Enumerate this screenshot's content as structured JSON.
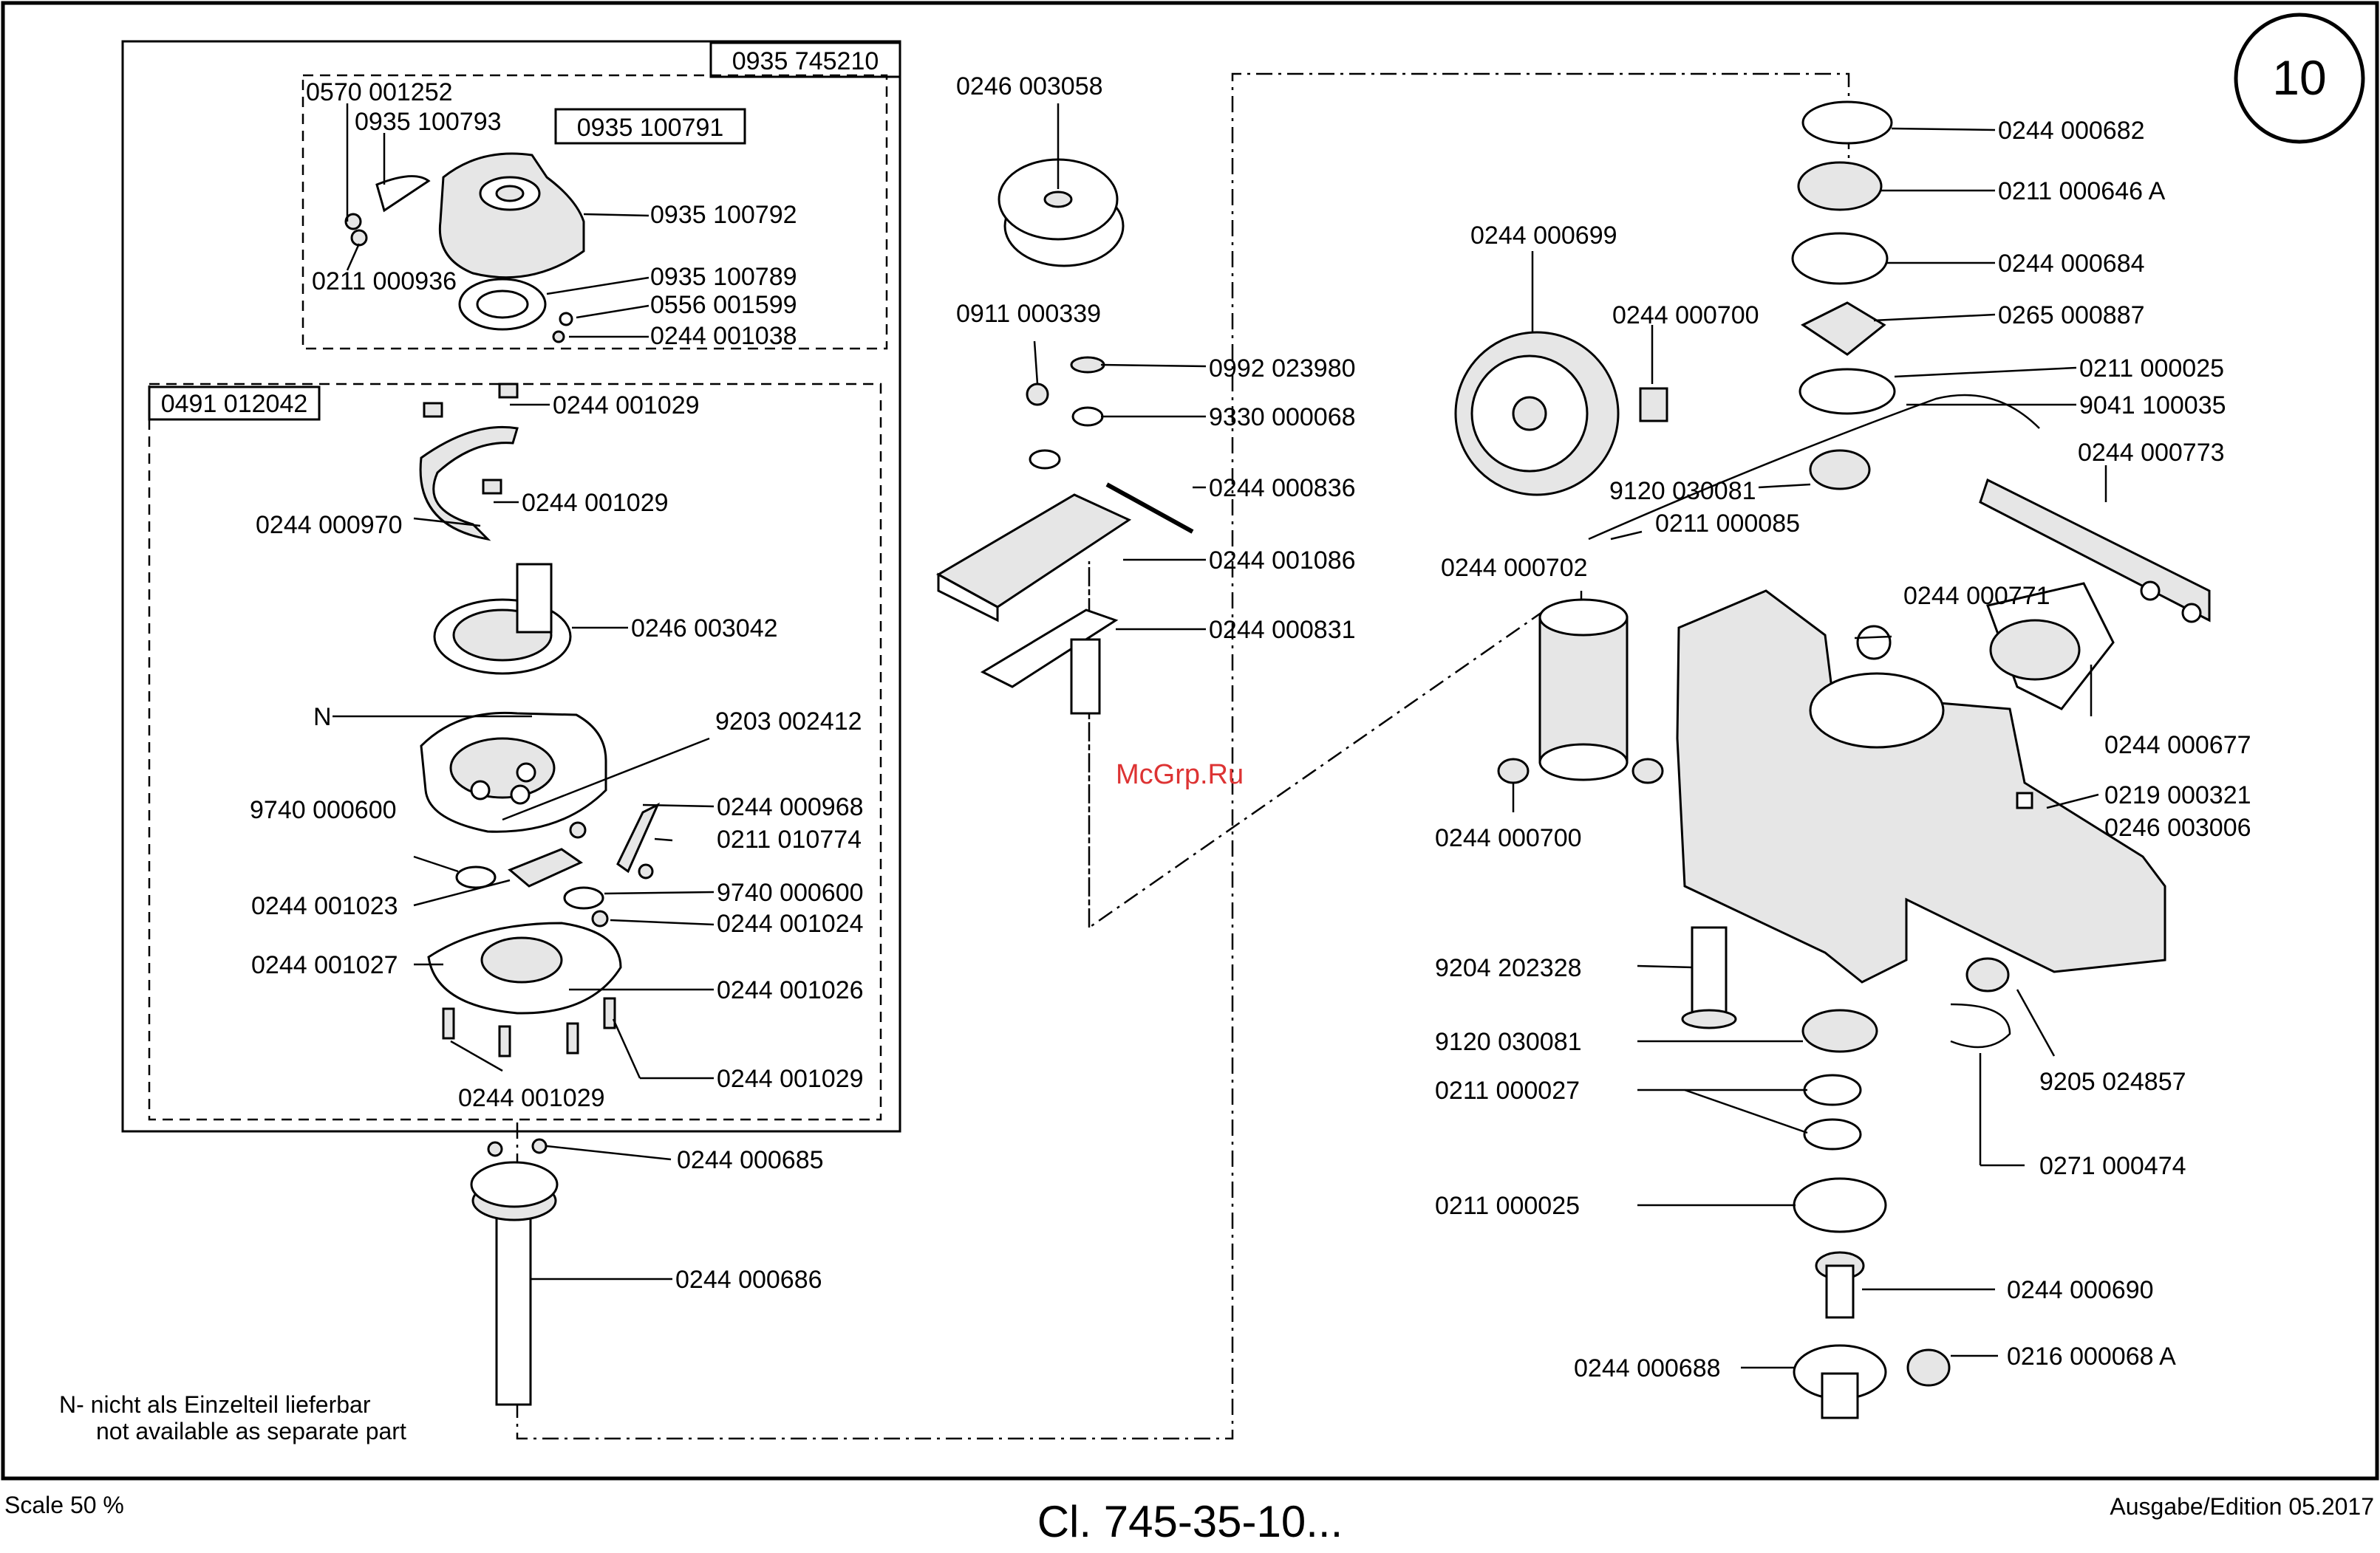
{
  "page_number": "10",
  "watermark": "McGrp.Ru",
  "box_labels": {
    "outer": "0935 745210",
    "inner1": "0935 100791",
    "inner2": "0491 012042"
  },
  "parts": [
    "0570 001252",
    "0935 100793",
    "0935 100792",
    "0211 000936",
    "0935 100789",
    "0556 001599",
    "0244 001038",
    "0244 001029",
    "0244 001029",
    "0244 000970",
    "0246 003042",
    "N",
    "9203 002412",
    "9740 000600",
    "0244 000968",
    "0211 010774",
    "0244 001023",
    "9740 000600",
    "0244 001024",
    "0244 001027",
    "0244 001026",
    "0244 001029",
    "0244 001029",
    "0244 000685",
    "0244 000686",
    "0246 003058",
    "0911 000339",
    "0992 023980",
    "9330 000068",
    "0244 000836",
    "0244 001086",
    "0244 000831",
    "0244 000682",
    "0211 000646 A",
    "0244 000684",
    "0265 000887",
    "0211 000025",
    "9041 100035",
    "0244 000699",
    "0244 000700",
    "9120 030081",
    "0211 000085",
    "0244 000773",
    "0244 000702",
    "0244 000771",
    "0244 000677",
    "0244 000700",
    "0219 000321",
    "0246 003006",
    "9204 202328",
    "9120 030081",
    "0211 000027",
    "9205 024857",
    "0271 000474",
    "0211 000025",
    "0244 000690",
    "0244 000688",
    "0216 000068 A"
  ],
  "note": {
    "line1": "N- nicht als Einzelteil lieferbar",
    "line2": "not available as separate part"
  },
  "footer": {
    "scale": "Scale 50 %",
    "title": "Cl. 745-35-10...",
    "edition": "Ausgabe/Edition 05.2017"
  }
}
